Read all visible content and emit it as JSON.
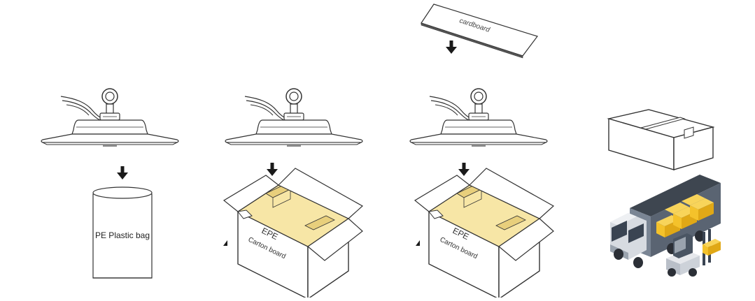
{
  "labels": {
    "cardboard": "cardboard",
    "plastic_bag": "PE Plastic bag",
    "epe_1": "EPE",
    "carton_1": "Carton board",
    "epe_2": "EPE",
    "carton_2": "Carton board"
  },
  "colors": {
    "line": "#333333",
    "arrow": "#1a1a1a",
    "foam": "#f7e6a6",
    "foam_dark": "#e8cf7c",
    "truck_cab": "#dcdfe4",
    "truck_dark": "#4a5563",
    "cargo_box": "#f4c22b"
  },
  "icons": [
    "high-bay-light-icon",
    "down-arrow-icon",
    "plastic-bag-icon",
    "open-carton-icon",
    "closed-box-icon",
    "truck-icon",
    "forklift-icon"
  ]
}
